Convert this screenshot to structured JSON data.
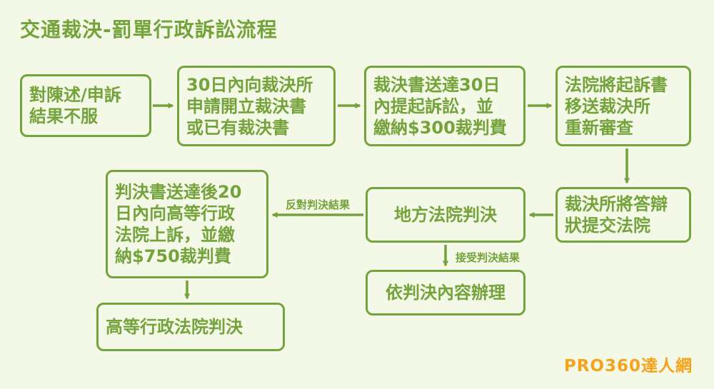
{
  "title": "交通裁決-罰單行政訴訟流程",
  "flow": {
    "start": "對陳述/申訴\n結果不服",
    "apply": "30日內向裁決所\n申請開立裁決書\n或已有裁決書",
    "sue": "裁決書送達30日\n內提起訴訟，並\n繳納$300裁判費",
    "court_review": "法院將起訴書\n移送裁決所\n重新審查",
    "defense": "裁決所將答辯\n狀提交法院",
    "district_judgment": "地方法院判決",
    "appeal": "判決書送達後20\n日內向高等行政\n法院上訴，並繳\n納$750裁判費",
    "comply": "依判決內容辦理",
    "high_court": "高等行政法院判決"
  },
  "edge_labels": {
    "oppose": "反對判決結果",
    "accept": "接受判決結果"
  },
  "watermark": "PRO360達人網",
  "colors": {
    "green": "#74a33c",
    "background": "#f4f8e6",
    "orange": "#f5a21d"
  }
}
